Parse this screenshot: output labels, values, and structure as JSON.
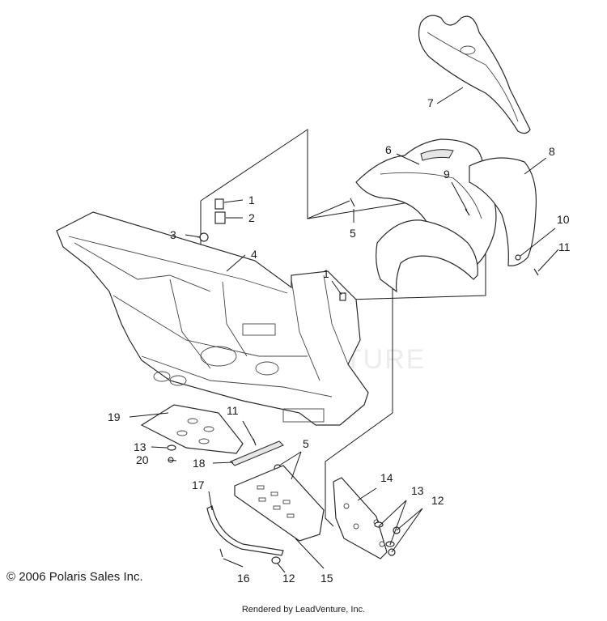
{
  "diagram": {
    "watermark": "VENTURE",
    "callouts": [
      "1",
      "2",
      "3",
      "4",
      "1",
      "5",
      "6",
      "7",
      "8",
      "9",
      "10",
      "11",
      "5",
      "11",
      "19",
      "13",
      "20",
      "18",
      "17",
      "14",
      "13",
      "12",
      "16",
      "12",
      "15"
    ]
  },
  "footer": {
    "copyright": "© 2006 Polaris Sales Inc.",
    "rendered_by": "Rendered by LeadVenture, Inc."
  }
}
